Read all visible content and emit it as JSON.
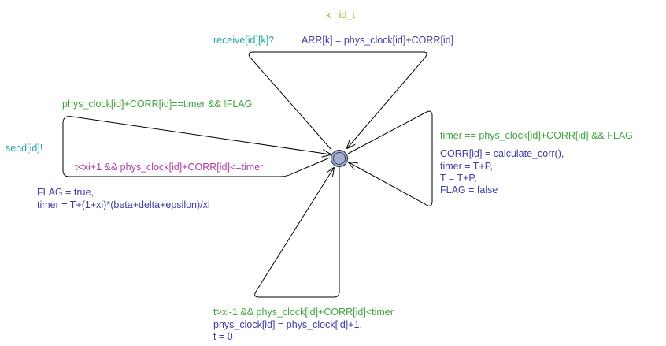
{
  "colors": {
    "select": "#a8a830",
    "sync": "#2aa3a3",
    "guard": "#3ea33e",
    "update": "#3d3da8",
    "invariant": "#b03aa8",
    "location_fill": "#a6afd0",
    "location_stroke": "#3c4262",
    "edge": "#000000"
  },
  "location": {
    "invariant": "t<xi+1 && phys_clock[id]+CORR[id]<=timer"
  },
  "edges": {
    "receive": {
      "select": "k : id_t",
      "sync": "receive[id][k]?",
      "update": [
        "ARR[k] = phys_clock[id]+CORR[id]"
      ]
    },
    "send": {
      "guard": "phys_clock[id]+CORR[id]==timer && !FLAG",
      "sync": "send[id]!",
      "update": [
        "FLAG = true,",
        "timer = T+(1+xi)*(beta+delta+epsilon)/xi"
      ]
    },
    "correction": {
      "guard": "timer == phys_clock[id]+CORR[id] && FLAG",
      "update": [
        "CORR[id] = calculate_corr(),",
        "timer = T+P,",
        "T = T+P,",
        "FLAG = false"
      ]
    },
    "tick": {
      "guard": "t>xi-1 && phys_clock[id]+CORR[id]<timer",
      "update": [
        "phys_clock[id] = phys_clock[id]+1,",
        "t = 0"
      ]
    }
  }
}
